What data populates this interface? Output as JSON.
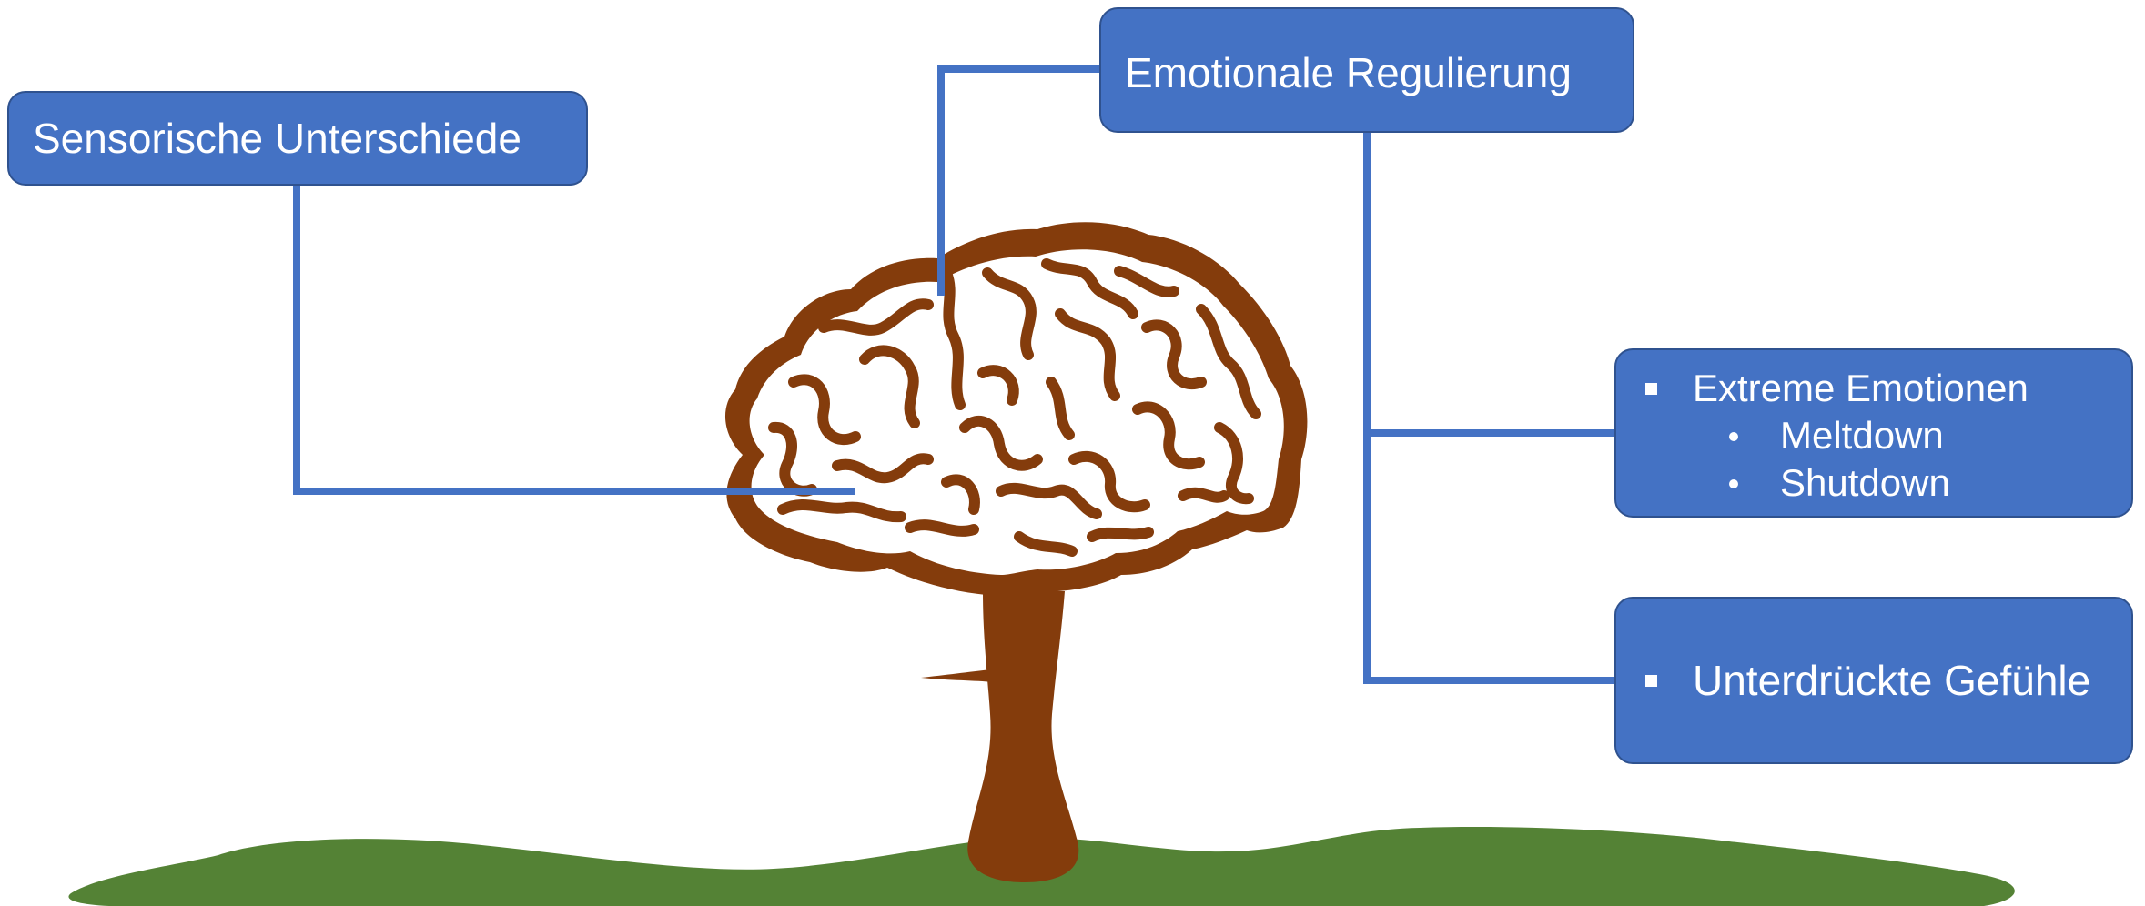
{
  "diagram": {
    "nodes": {
      "sensory": {
        "label": "Sensorische Unterschiede"
      },
      "emotion": {
        "label": "Emotionale Regulierung"
      },
      "extreme": {
        "label": "Extreme Emotionen",
        "sub_items": [
          "Meltdown",
          "Shutdown"
        ]
      },
      "suppressed": {
        "label": "Unterdrückte Gefühle"
      }
    },
    "illustration": "brain-tree",
    "colors": {
      "box_fill": "#4472c4",
      "box_border": "#2f528f",
      "connector": "#4472c4",
      "brain": "#843c0c",
      "trunk": "#843c0c",
      "ground": "#548235",
      "text": "#ffffff"
    }
  }
}
